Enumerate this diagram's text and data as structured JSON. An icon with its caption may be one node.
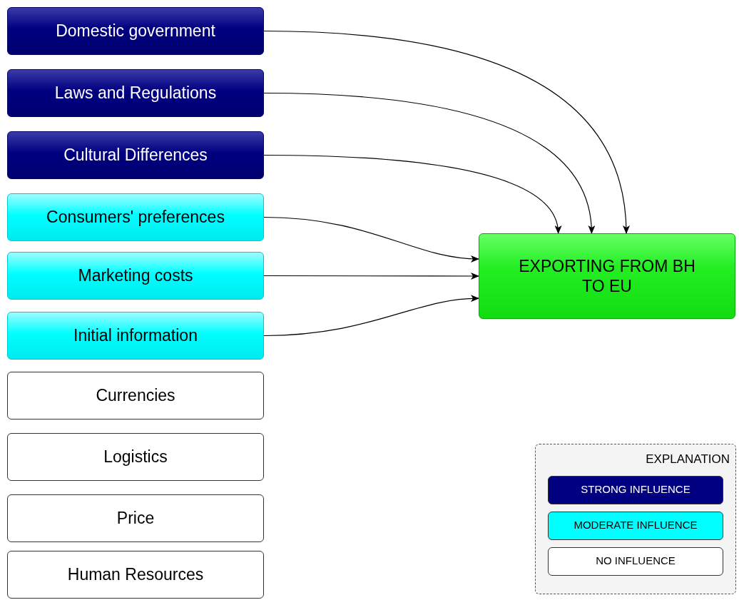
{
  "diagram": {
    "nodes": [
      {
        "text": [
          "Domestic government"
        ]
      },
      {
        "text": [
          "Laws and Regulations"
        ]
      },
      {
        "text": [
          "Cultural Differences"
        ]
      },
      {
        "text": [
          "Consumers' preferences"
        ]
      },
      {
        "text": [
          "Marketing costs"
        ]
      },
      {
        "text": [
          "Initial information"
        ]
      },
      {
        "text": [
          "Currencies"
        ]
      },
      {
        "text": [
          "Logistics"
        ]
      },
      {
        "text": [
          "Price"
        ]
      },
      {
        "text": [
          "Human Resources"
        ]
      },
      {
        "text": [
          "EXPORTING FROM BH TO EU"
        ]
      }
    ],
    "edges": [
      {
        "from": 0,
        "to": 10,
        "arrow": "to"
      },
      {
        "from": 1,
        "to": 10,
        "arrow": "to"
      },
      {
        "from": 2,
        "to": 10,
        "arrow": "to"
      },
      {
        "from": 3,
        "to": 10,
        "arrow": "to"
      },
      {
        "from": 4,
        "to": 10,
        "arrow": "to"
      },
      {
        "from": 5,
        "to": 10,
        "arrow": "to"
      }
    ],
    "labels": [
      "EXPLANATION"
    ],
    "legend": [
      {
        "text": "STRONG INFLUENCE",
        "color": "#000080"
      },
      {
        "text": "MODERATE INFLUENCE",
        "color": "#00ffff"
      },
      {
        "text": "NO INFLUENCE",
        "color": "#ffffff"
      }
    ]
  }
}
